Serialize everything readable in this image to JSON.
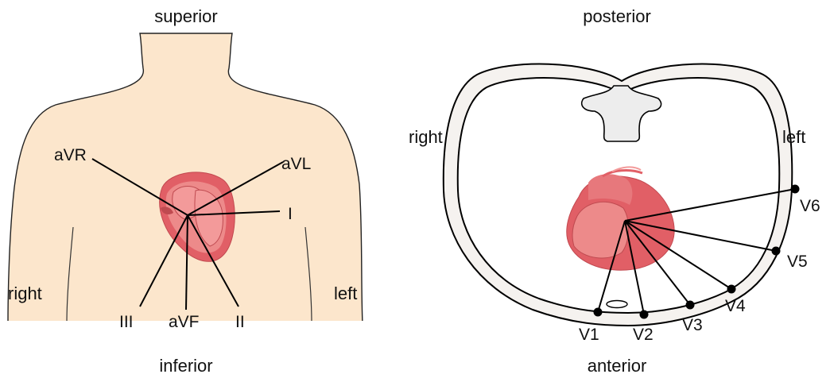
{
  "frontal_view": {
    "orientation": {
      "top": "superior",
      "bottom": "inferior",
      "side_right": "right",
      "side_left": "left"
    },
    "leads": [
      "aVR",
      "aVL",
      "I",
      "III",
      "aVF",
      "II"
    ]
  },
  "transverse_view": {
    "orientation": {
      "top": "posterior",
      "bottom": "anterior",
      "side_right": "right",
      "side_left": "left"
    },
    "leads": [
      "V1",
      "V2",
      "V3",
      "V4",
      "V5",
      "V6"
    ]
  },
  "colors": {
    "skin": "#fce6cc",
    "heart_outer": "#e15f66",
    "heart_inner": "#ed8a8a",
    "chamber_dark": "#bf4a50",
    "lead_line": "#000000",
    "ring_fill": "#f5f2ef",
    "spine_fill": "#ededed"
  }
}
